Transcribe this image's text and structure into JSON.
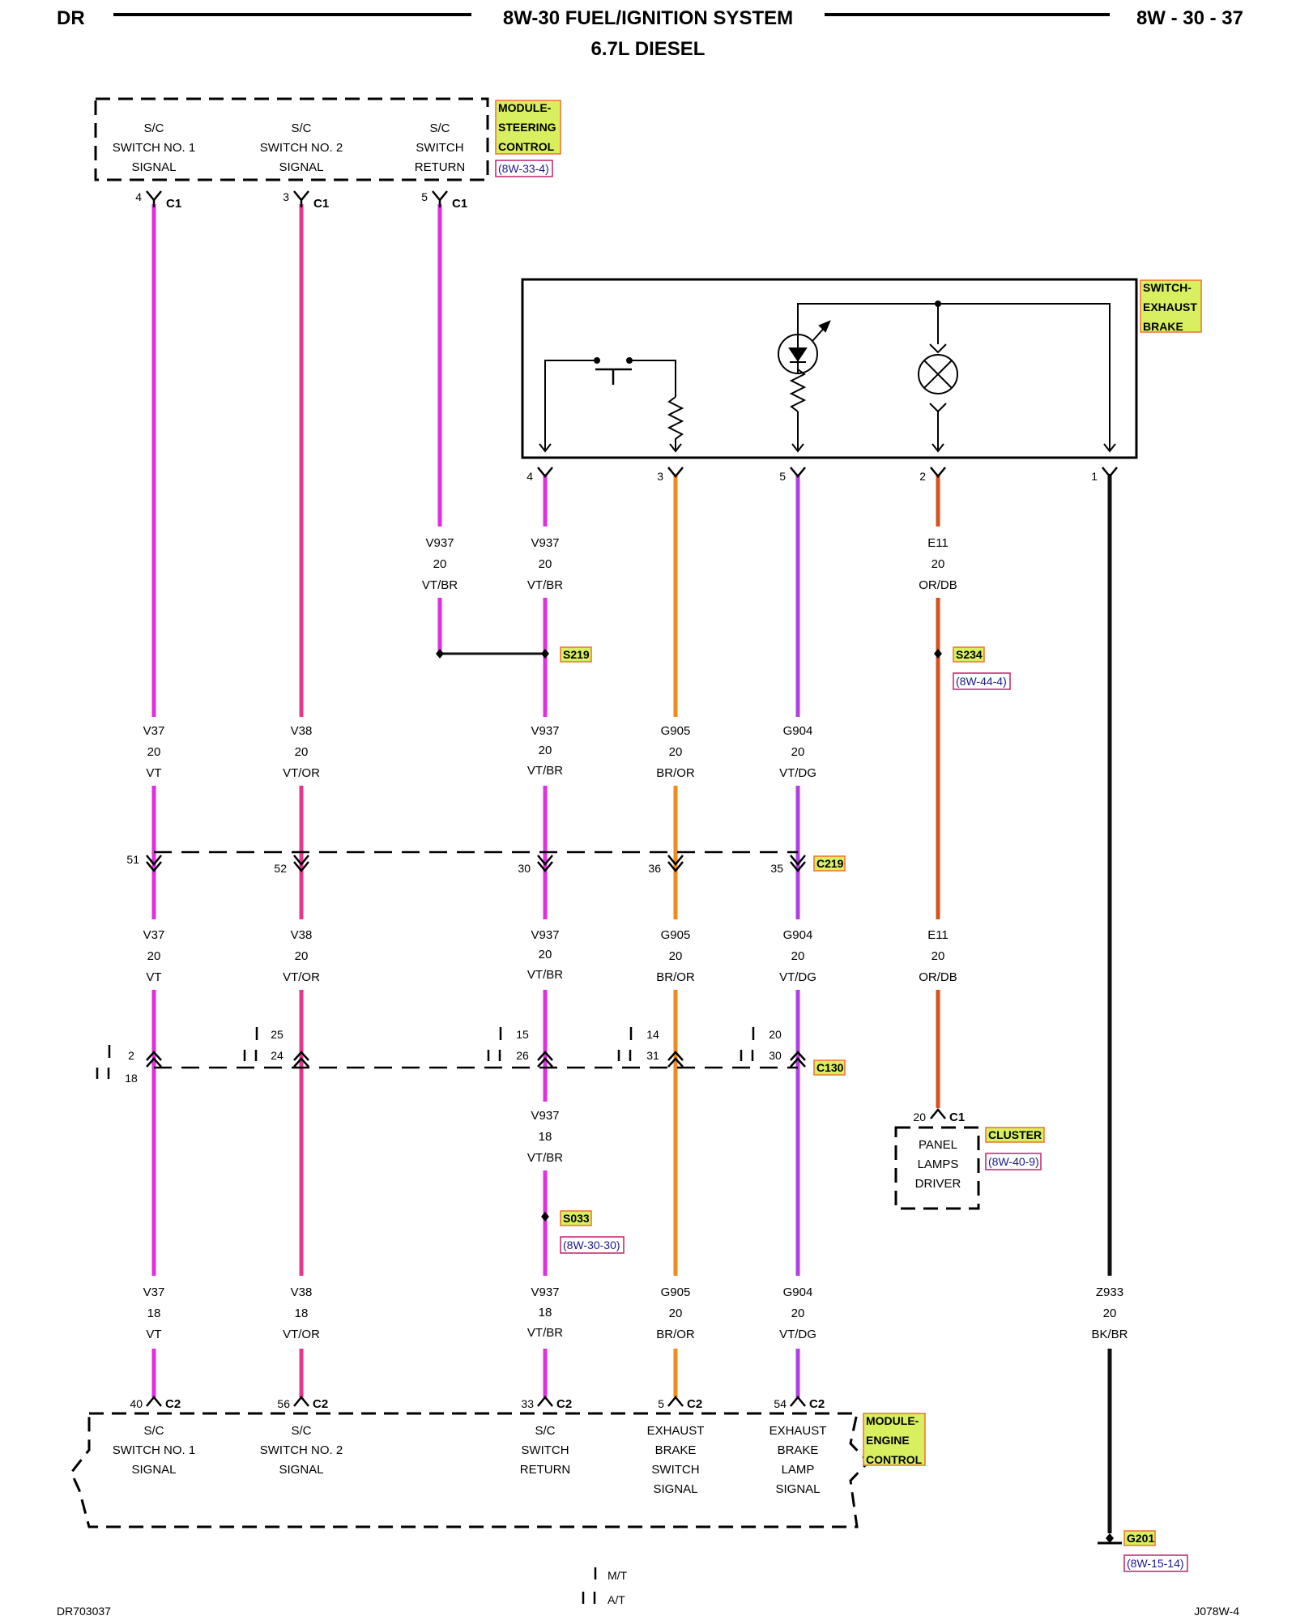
{
  "header": {
    "left": "DR",
    "title": "8W-30 FUEL/IGNITION SYSTEM",
    "subtitle": "6.7L DIESEL",
    "page": "8W - 30 - 37"
  },
  "footer": {
    "left": "DR703037",
    "right": "J078W-4",
    "legend_mt": "M/T",
    "legend_at": "A/T"
  },
  "colors": {
    "violet": "#e02fe0",
    "pink": "#e8358e",
    "orange": "#f08a18",
    "purple": "#b040e0",
    "red_orange": "#d9501e",
    "black": "#111111",
    "highlight_yellow": "#d8f060",
    "highlight_border": "#f07030"
  },
  "modules": {
    "steering": {
      "name": [
        "MODULE-",
        "STEERING",
        "CONTROL"
      ],
      "ref": "(8W-33-4)",
      "terminals": [
        [
          "S/C",
          "SWITCH NO. 1",
          "SIGNAL"
        ],
        [
          "S/C",
          "SWITCH NO. 2",
          "SIGNAL"
        ],
        [
          "S/C",
          "SWITCH",
          "RETURN"
        ]
      ],
      "pins": [
        {
          "num": "4",
          "conn": "C1"
        },
        {
          "num": "3",
          "conn": "C1"
        },
        {
          "num": "5",
          "conn": "C1"
        }
      ]
    },
    "exhaust_brake": {
      "name": [
        "SWITCH-",
        "EXHAUST",
        "BRAKE"
      ],
      "pins": [
        "4",
        "3",
        "5",
        "2",
        "1"
      ]
    },
    "cluster": {
      "name": "CLUSTER",
      "ref": "(8W-40-9)",
      "terminal": [
        "PANEL",
        "LAMPS",
        "DRIVER"
      ],
      "pin": {
        "num": "20",
        "conn": "C1"
      }
    },
    "engine": {
      "name": [
        "MODULE-",
        "ENGINE",
        "CONTROL"
      ],
      "terminals": [
        [
          "S/C",
          "SWITCH NO. 1",
          "SIGNAL"
        ],
        [
          "S/C",
          "SWITCH NO. 2",
          "SIGNAL"
        ],
        [
          "S/C",
          "SWITCH",
          "RETURN"
        ],
        [
          "EXHAUST",
          "BRAKE",
          "SWITCH",
          "SIGNAL"
        ],
        [
          "EXHAUST",
          "BRAKE",
          "LAMP",
          "SIGNAL"
        ]
      ],
      "pins": [
        {
          "num": "40",
          "conn": "C2"
        },
        {
          "num": "56",
          "conn": "C2"
        },
        {
          "num": "33",
          "conn": "C2"
        },
        {
          "num": "5",
          "conn": "C2"
        },
        {
          "num": "54",
          "conn": "C2"
        }
      ]
    }
  },
  "splices": {
    "s219": "S219",
    "s234": {
      "name": "S234",
      "ref": "(8W-44-4)"
    },
    "s033": {
      "name": "S033",
      "ref": "(8W-30-30)"
    }
  },
  "connectors": {
    "c219": {
      "name": "C219",
      "pins": [
        "51",
        "52",
        "30",
        "36",
        "35"
      ]
    },
    "c130": {
      "name": "C130",
      "pins_mt": [
        "2",
        "25",
        "15",
        "14",
        "20"
      ],
      "pins_at": [
        "18",
        "24",
        "26",
        "31",
        "30"
      ]
    }
  },
  "ground": {
    "name": "G201",
    "ref": "(8W-15-14)"
  },
  "wires": {
    "v937_top_a": [
      "V937",
      "20",
      "VT/BR"
    ],
    "v937_top_b": [
      "V937",
      "20",
      "VT/BR"
    ],
    "e11_top": [
      "E11",
      "20",
      "OR/DB"
    ],
    "row1": [
      [
        "V37",
        "20",
        "VT"
      ],
      [
        "V38",
        "20",
        "VT/OR"
      ],
      [
        "V937",
        "20",
        "VT/BR"
      ],
      [
        "G905",
        "20",
        "BR/OR"
      ],
      [
        "G904",
        "20",
        "VT/DG"
      ]
    ],
    "row2": [
      [
        "V37",
        "20",
        "VT"
      ],
      [
        "V38",
        "20",
        "VT/OR"
      ],
      [
        "V937",
        "20",
        "VT/BR"
      ],
      [
        "G905",
        "20",
        "BR/OR"
      ],
      [
        "G904",
        "20",
        "VT/DG"
      ],
      [
        "E11",
        "20",
        "OR/DB"
      ]
    ],
    "v937_mid": [
      "V937",
      "18",
      "VT/BR"
    ],
    "row3": [
      [
        "V37",
        "18",
        "VT"
      ],
      [
        "V38",
        "18",
        "VT/OR"
      ],
      [
        "V937",
        "18",
        "VT/BR"
      ],
      [
        "G905",
        "20",
        "BR/OR"
      ],
      [
        "G904",
        "20",
        "VT/DG"
      ],
      [
        "Z933",
        "20",
        "BK/BR"
      ]
    ]
  }
}
